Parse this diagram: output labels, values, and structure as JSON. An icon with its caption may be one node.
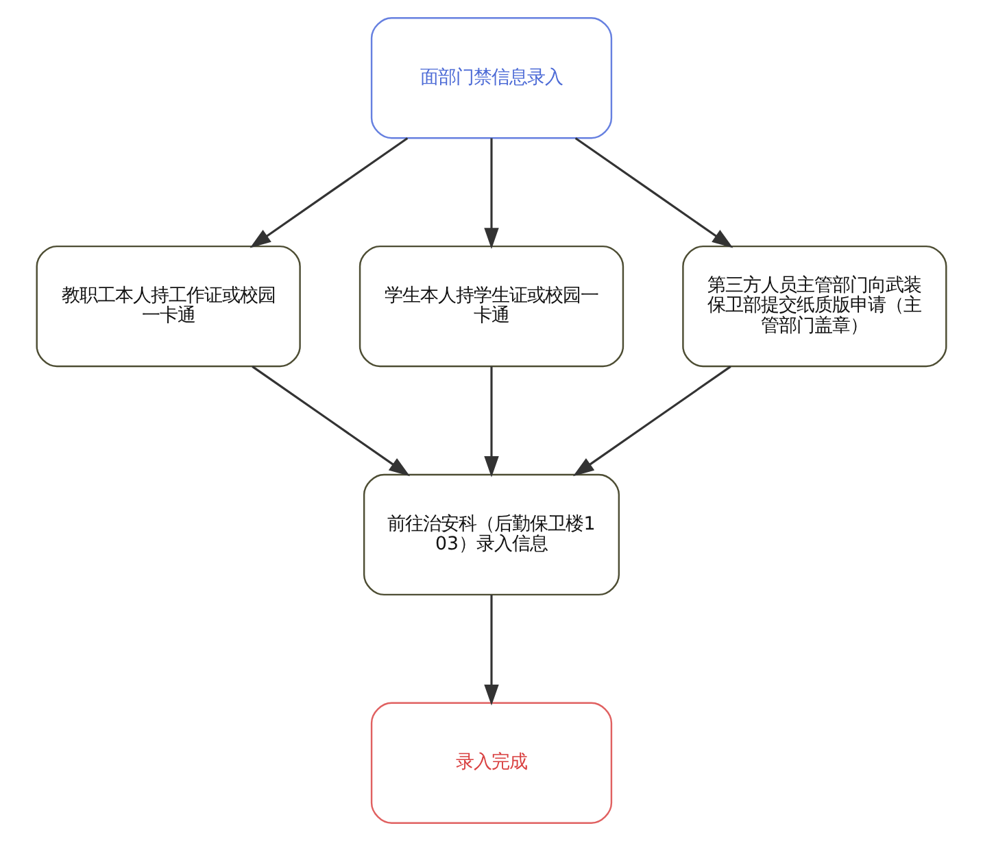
{
  "diagram": {
    "nodes": [
      {
        "text": [
          "面部门禁信息录入"
        ]
      },
      {
        "text": [
          "教职工本人持工作证或校园一卡通"
        ]
      },
      {
        "text": [
          "学生本人持学生证或校园一卡通"
        ]
      },
      {
        "text": [
          "第三方人员主管部门向武装保卫部提交纸质版申请（主管部门盖章）"
        ]
      },
      {
        "text": [
          "前往治安科（后勤保卫楼103）录入信息"
        ]
      },
      {
        "text": [
          "录入完成"
        ]
      }
    ],
    "edges": [
      {
        "from": 0,
        "to": 1,
        "arrow": "to"
      },
      {
        "from": 0,
        "to": 2,
        "arrow": "to"
      },
      {
        "from": 0,
        "to": 3,
        "arrow": "to"
      },
      {
        "from": 1,
        "to": 4,
        "arrow": "to"
      },
      {
        "from": 2,
        "to": 4,
        "arrow": "to"
      },
      {
        "from": 3,
        "to": 4,
        "arrow": "to"
      },
      {
        "from": 4,
        "to": 5,
        "arrow": "to"
      }
    ]
  }
}
